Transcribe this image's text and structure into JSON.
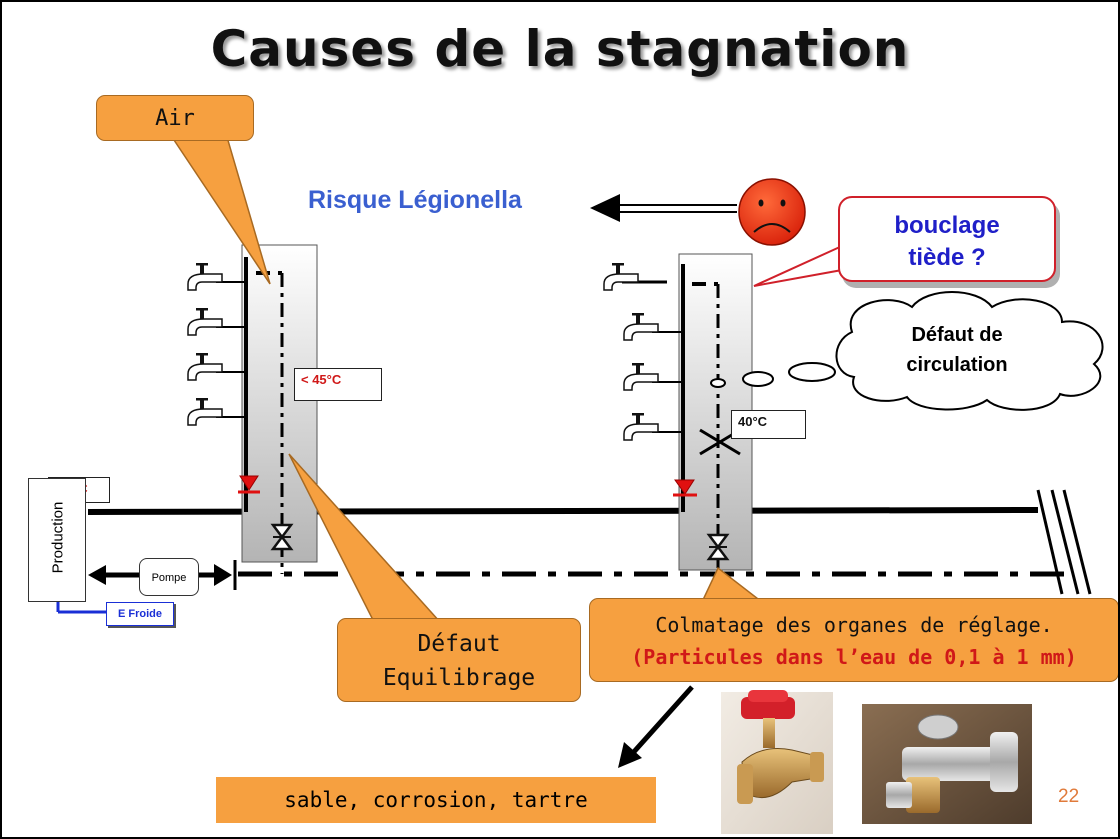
{
  "title": "Causes de la stagnation",
  "risk_label": "Risque Légionella",
  "callouts": {
    "air": "Air",
    "bouclage_line1": "bouclage",
    "bouclage_line2": "tiède ?",
    "defaut_circ_line1": "Défaut de",
    "defaut_circ_line2": "circulation",
    "defaut_equil_line1": "Défaut",
    "defaut_equil_line2": "Equilibrage",
    "colmatage_line1": "Colmatage des organes de réglage.",
    "colmatage_line2": "(Particules dans l’eau de 0,1 à 1 mm)",
    "sable": "sable, corrosion, tartre"
  },
  "temps": {
    "production": "60 °C",
    "riser1": "< 45°C",
    "riser2": "40°C"
  },
  "labels": {
    "production": "Production",
    "pompe": "Pompe",
    "eau_froide": "E Froide"
  },
  "page_number": "22",
  "colors": {
    "callout_orange": "#f6a040",
    "risk_blue": "#3a5fd0",
    "bouclage_text": "#1f1fc8",
    "bouclage_border": "#d0202a",
    "warning_red": "#d01818",
    "cold_water_blue": "#1a2fd6",
    "page_number": "#e07a3a"
  },
  "icons": [
    "sad-face-icon",
    "tap-icon",
    "valve-icon",
    "check-valve-icon"
  ]
}
